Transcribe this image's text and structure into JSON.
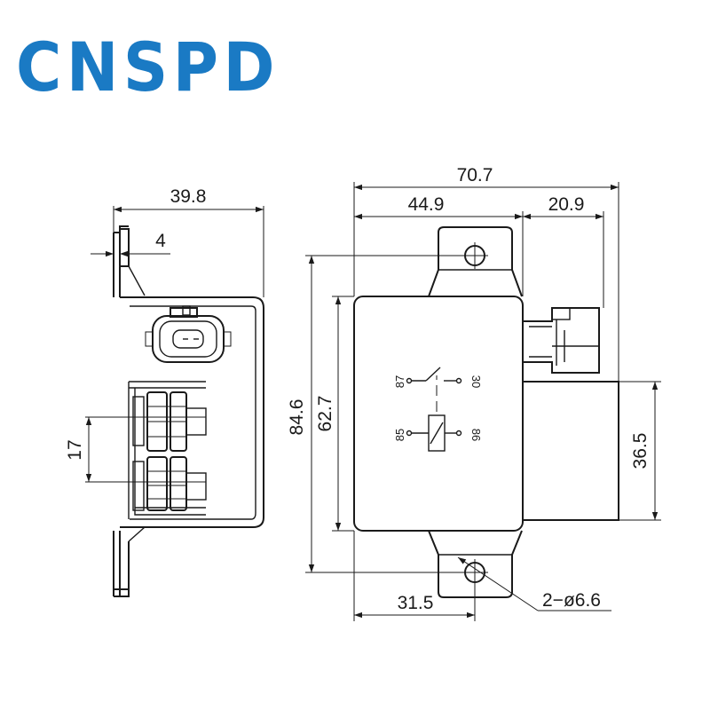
{
  "logo": {
    "text": "CNSPD",
    "color": "#1a7ac4"
  },
  "side_view": {
    "width_label": "39.8",
    "flange_label": "4",
    "pitch_label": "17"
  },
  "front_view": {
    "overall_width_label": "70.7",
    "left_width_label": "44.9",
    "connector_offset_label": "20.9",
    "overall_height_label": "84.6",
    "body_height_label": "62.7",
    "connector_height_label": "36.5",
    "hole_offset_label": "31.5",
    "hole_label": "2−ø6.6"
  },
  "schematic": {
    "pin_87": "87",
    "pin_30": "30",
    "pin_85": "85",
    "pin_86": "86"
  }
}
